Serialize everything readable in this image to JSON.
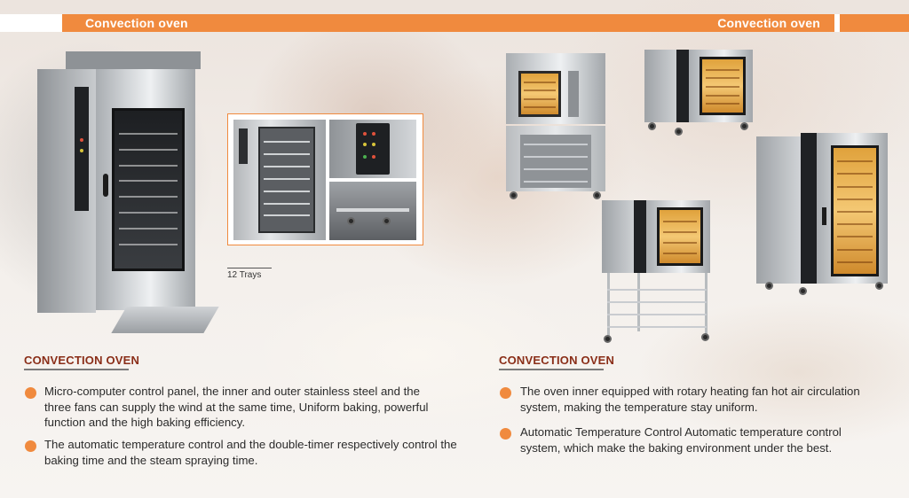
{
  "header": {
    "left_title": "Convection oven",
    "right_title": "Convection oven"
  },
  "inset": {
    "caption": "12 Trays"
  },
  "left_section": {
    "title": "CONVECTION OVEN",
    "bullets": [
      "Micro-computer control panel, the inner and outer stainless steel and the three fans can supply the wind at the same time, Uniform baking, powerful function and the high baking efficiency.",
      "The automatic temperature control and the double-timer respectively control the baking time and the steam spraying time."
    ]
  },
  "right_section": {
    "title": "CONVECTION OVEN",
    "bullets": [
      "The oven inner equipped with rotary heating fan hot air circulation system, making the temperature stay uniform.",
      "Automatic Temperature Control Automatic temperature control system, which make the baking environment under the best."
    ]
  },
  "colors": {
    "accent": "#f08a3e",
    "title": "#8a2e18"
  }
}
